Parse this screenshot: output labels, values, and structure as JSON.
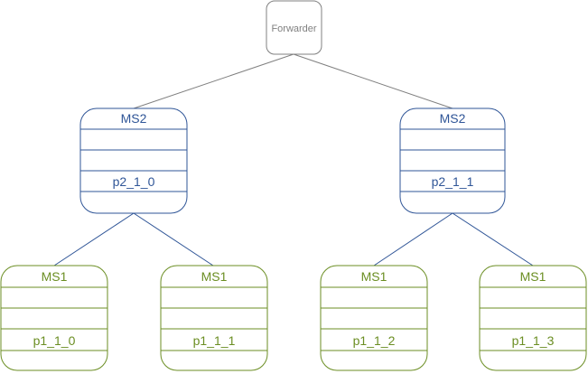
{
  "colors": {
    "forwarder": "#808080",
    "ms2": "#2f5597",
    "ms1": "#6b8e23",
    "edge_top": "#808080",
    "edge_mid": "#2f5597",
    "background": "#ffffff"
  },
  "forwarder": {
    "label": "Forwarder"
  },
  "ms2_nodes": [
    {
      "title": "MS2",
      "port": "p2_1_0"
    },
    {
      "title": "MS2",
      "port": "p2_1_1"
    }
  ],
  "ms1_nodes": [
    {
      "title": "MS1",
      "port": "p1_1_0"
    },
    {
      "title": "MS1",
      "port": "p1_1_1"
    },
    {
      "title": "MS1",
      "port": "p1_1_2"
    },
    {
      "title": "MS1",
      "port": "p1_1_3"
    }
  ]
}
